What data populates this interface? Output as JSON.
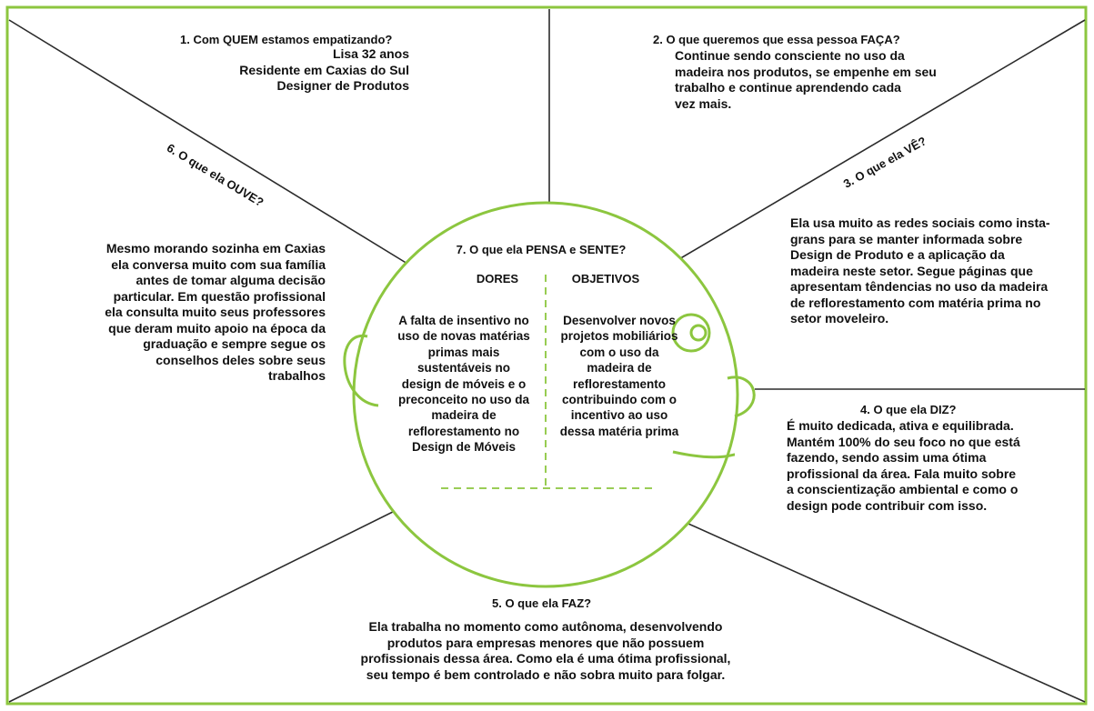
{
  "colors": {
    "accent": "#8cc63f",
    "ink": "#2b2b2b",
    "text": "#111111"
  },
  "sections": {
    "who": {
      "title": "1. Com QUEM estamos empatizando?",
      "text": "Lisa 32 anos\nResidente em Caxias do Sul\nDesigner de Produtos"
    },
    "do": {
      "title": "2. O que queremos que essa pessoa FAÇA?",
      "text": "Continue sendo consciente no uso da\nmadeira nos produtos, se empenhe em seu\ntrabalho e continue aprendendo cada\nvez mais."
    },
    "see": {
      "title": "3. O que ela VÊ?",
      "text": "Ela usa muito as redes sociais como insta-\ngrans para se manter informada sobre\nDesign de Produto e a aplicação da\nmadeira neste setor. Segue páginas que\napresentam têndencias no uso da madeira\nde reflorestamento com matéria prima no\nsetor moveleiro."
    },
    "say": {
      "title": "4. O que ela DIZ?",
      "text": "É muito dedicada, ativa e equilibrada.\nMantém 100% do seu foco no que está\nfazendo, sendo assim uma ótima\nprofissional da área. Fala muito sobre\na conscientização ambiental e como o\ndesign pode contribuir com isso."
    },
    "does": {
      "title": "5. O que ela FAZ?",
      "text": "Ela trabalha no momento como autônoma, desenvolvendo\nprodutos para empresas menores que não possuem\nprofissionais dessa área. Como ela é uma ótima profissional,\nseu tempo é bem controlado e não sobra muito para folgar."
    },
    "hear": {
      "title": "6. O que ela OUVE?",
      "text": "Mesmo morando sozinha em Caxias\nela conversa muito com sua família\nantes de tomar alguma decisão\nparticular. Em questão profissional\nela consulta muito seus professores\nque deram muito apoio na época da\ngraduação e sempre segue os\nconselhos deles sobre seus\ntrabalhos"
    },
    "think": {
      "title": "7. O que ela PENSA e SENTE?",
      "pains_label": "DORES",
      "goals_label": "OBJETIVOS",
      "pains": "A falta de insentivo no\nuso de novas matérias\nprimas mais\nsustentáveis no\ndesign de móveis e o\npreconceito no uso da\nmadeira de\nreflorestamento no\nDesign de Móveis",
      "goals": "Desenvolver novos\nprojetos mobiliários\ncom o uso da\nmadeira de\nreflorestamento\ncontribuindo com o\nincentivo ao uso\ndessa matéria prima"
    }
  }
}
